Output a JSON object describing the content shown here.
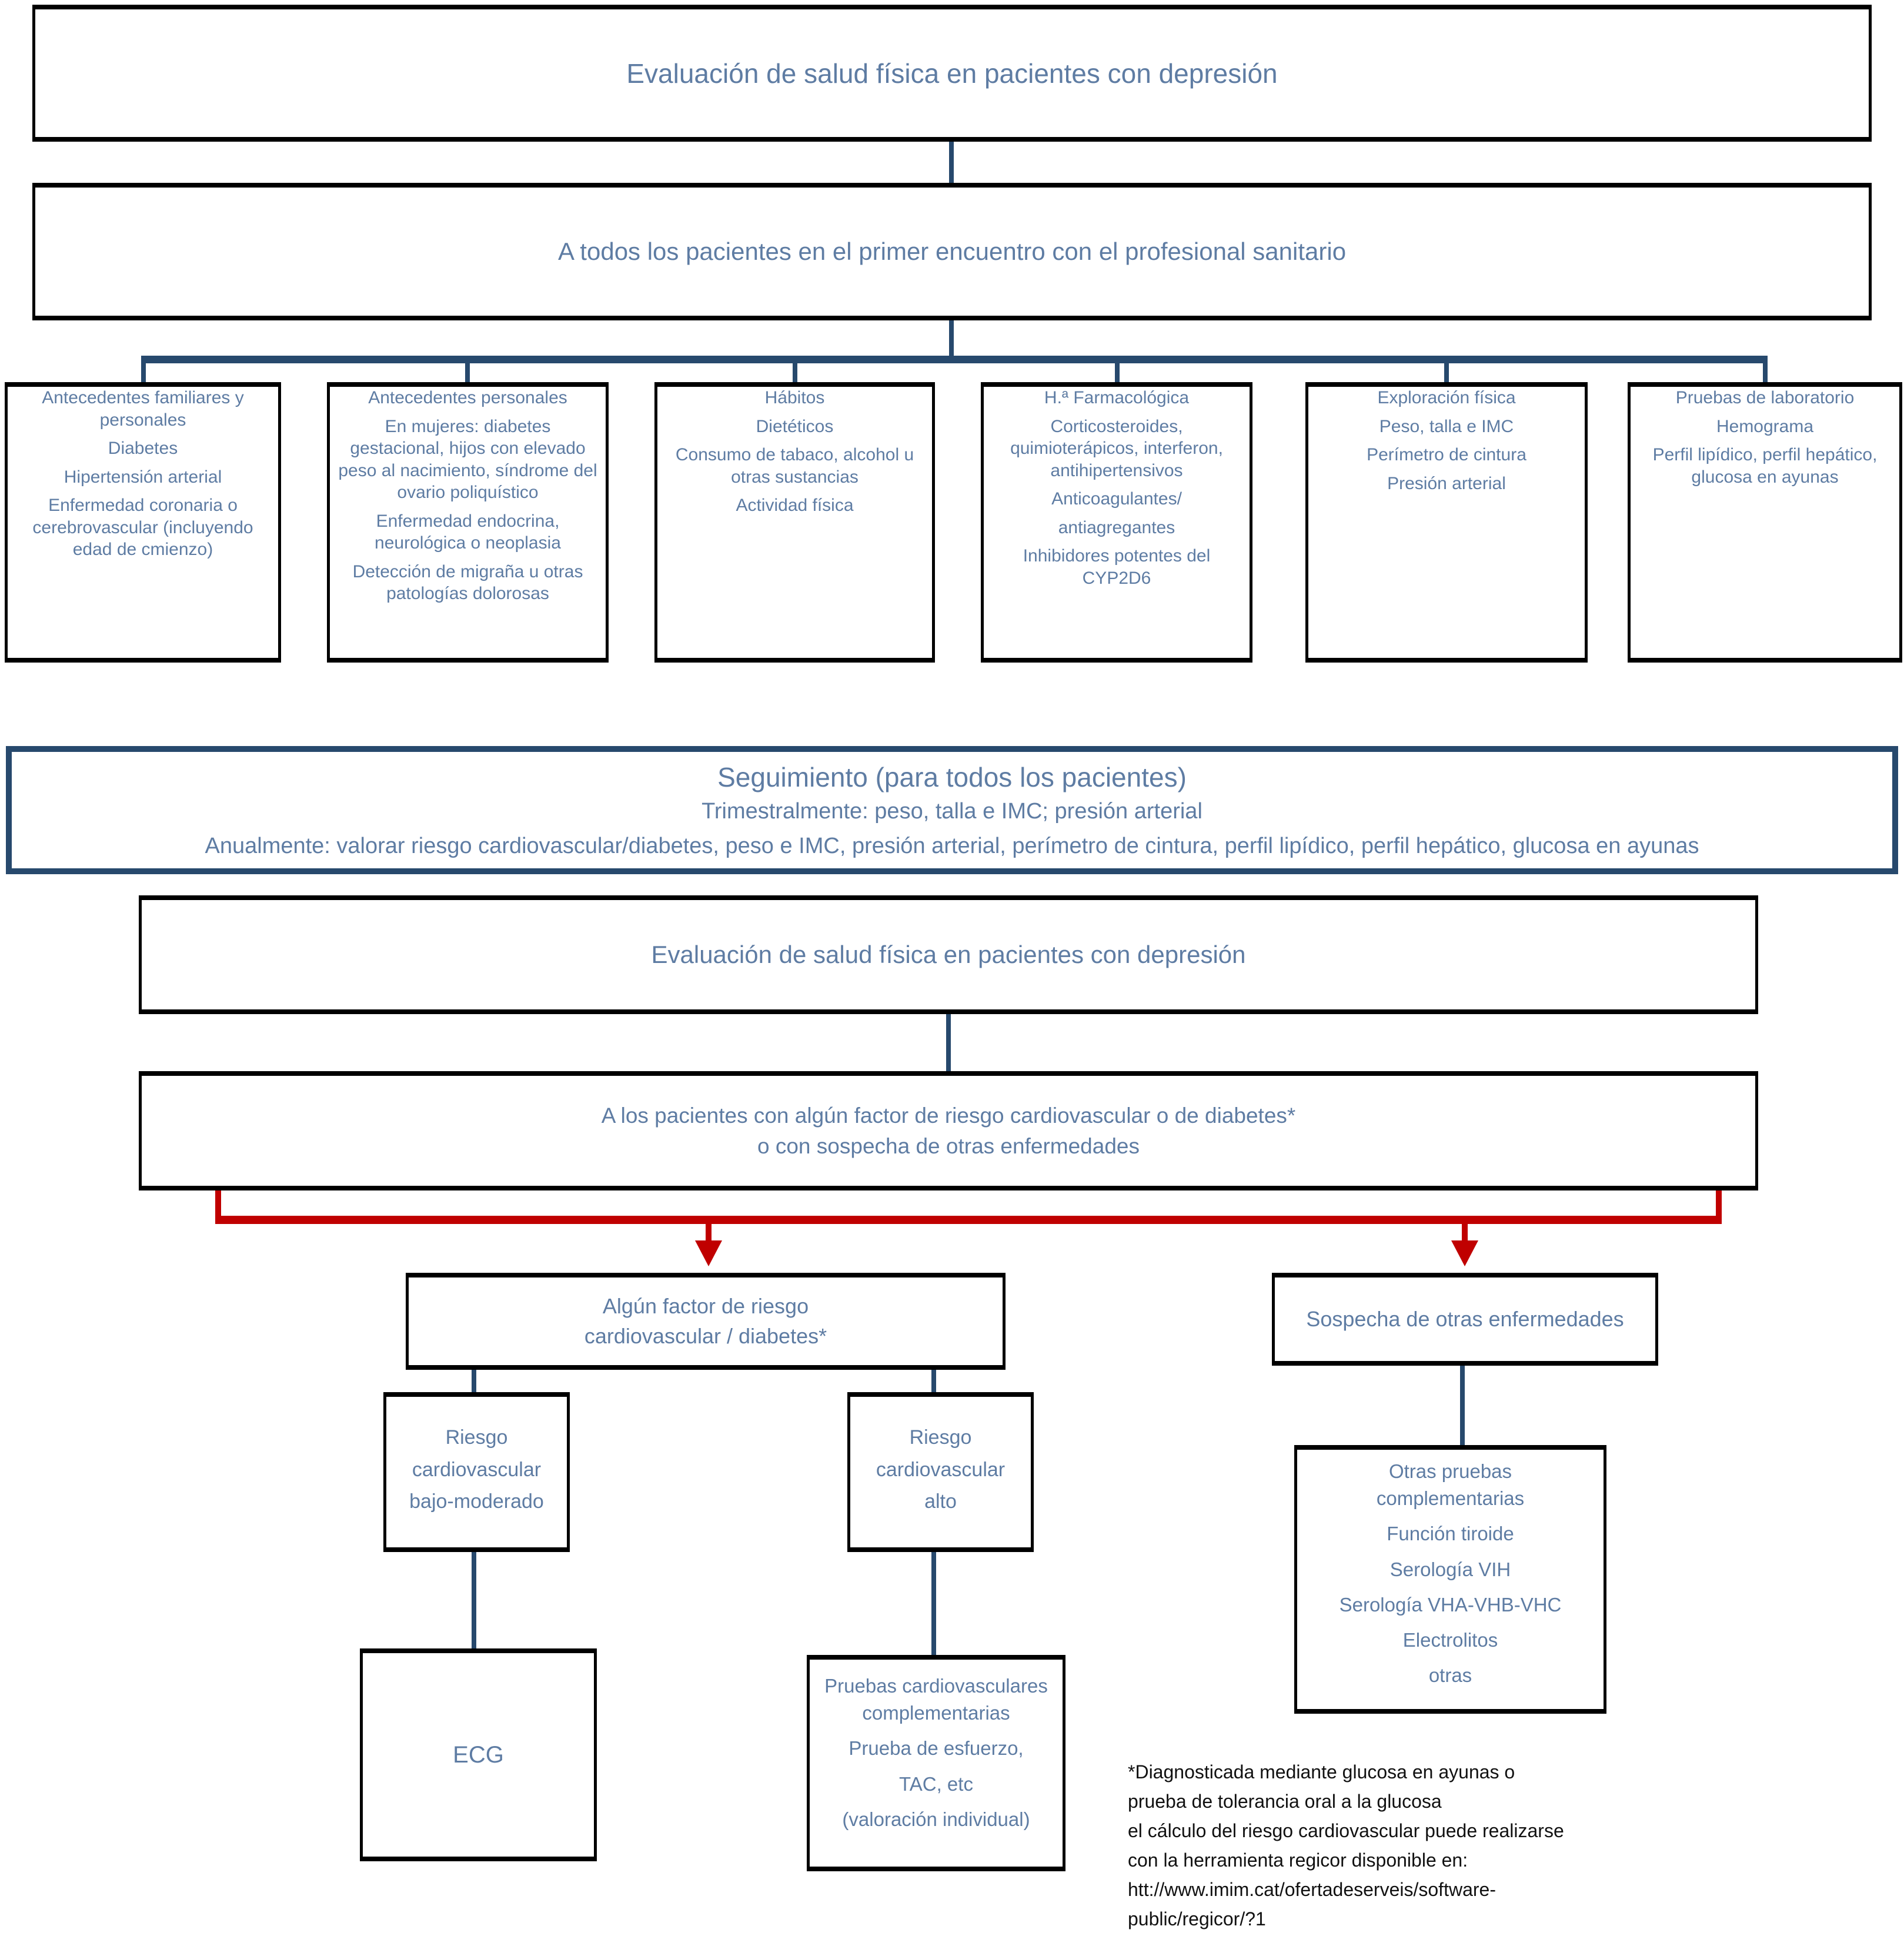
{
  "colors": {
    "text_blue": "#5e7ca3",
    "line_navy": "#27496d",
    "red": "#c00000",
    "border_black": "#000000",
    "footnote_black": "#111111"
  },
  "top": {
    "title": "Evaluación de salud física en pacientes con depresión",
    "intro": "A todos los pacientes en el primer encuentro con el profesional sanitario"
  },
  "assessment_boxes": [
    {
      "title": "Antecedentes familiares y personales",
      "items": [
        "Diabetes",
        "Hipertensión arterial",
        "Enfermedad coronaria o cerebrovascular (incluyendo edad de cmienzo)"
      ]
    },
    {
      "title": "Antecedentes personales",
      "items": [
        "En mujeres: diabetes gestacional, hijos con elevado peso al nacimiento, síndrome del ovario poliquístico",
        "Enfermedad endocrina, neurológica o neoplasia",
        "Detección de migraña u otras patologías dolorosas"
      ]
    },
    {
      "title": "Hábitos",
      "items": [
        "Dietéticos",
        "Consumo de tabaco, alcohol u otras sustancias",
        "Actividad física"
      ]
    },
    {
      "title": "H.ª Farmacológica",
      "items": [
        "Corticosteroides, quimioterápicos, interferon, antihipertensivos",
        "Anticoagulantes/",
        "antiagregantes",
        "Inhibidores potentes del CYP2D6"
      ]
    },
    {
      "title": "Exploración física",
      "items": [
        "Peso, talla e IMC",
        "Perímetro de cintura",
        "Presión arterial"
      ]
    },
    {
      "title": "Pruebas de laboratorio",
      "items": [
        "Hemograma",
        "Perfil lipídico, perfil hepático, glucosa en ayunas"
      ]
    }
  ],
  "seguimiento": {
    "title": "Seguimiento (para todos los pacientes)",
    "line2": "Trimestralmente: peso, talla e IMC; presión arterial",
    "line3": "Anualmente: valorar riesgo cardiovascular/diabetes, peso e IMC, presión arterial, perímetro de cintura, perfil lipídico, perfil hepático, glucosa en ayunas"
  },
  "second": {
    "title": "Evaluación de salud física en pacientes con depresión",
    "target_line1": "A los pacientes con algún factor de riesgo cardiovascular o de diabetes*",
    "target_line2": "o con sospecha de otras enfermedades"
  },
  "branches": {
    "risk": {
      "line1": "Algún factor de riesgo",
      "line2": "cardiovascular / diabetes*"
    },
    "suspicion": {
      "label": "Sospecha de otras enfermedades"
    },
    "risk_low": {
      "lines": [
        "Riesgo",
        "cardiovascular",
        "bajo-moderado"
      ]
    },
    "risk_high": {
      "lines": [
        "Riesgo",
        "cardiovascular",
        "alto"
      ]
    },
    "ecg": {
      "label": "ECG"
    },
    "cardio_tests": {
      "items": [
        "Pruebas cardiovasculares complementarias",
        "Prueba de esfuerzo,",
        "TAC, etc",
        "(valoración individual)"
      ]
    },
    "other_tests": {
      "items": [
        "Otras pruebas complementarias",
        "Función tiroide",
        "Serología VIH",
        "Serología VHA-VHB-VHC",
        "Electrolitos",
        "otras"
      ]
    }
  },
  "footnote": {
    "lines": [
      "*Diagnosticada mediante glucosa en ayunas o",
      "prueba de tolerancia oral a la glucosa",
      "el cálculo del riesgo cardiovascular puede realizarse",
      "con la herramienta regicor disponible en:",
      "htt://www.imim.cat/ofertadeserveis/software-",
      "public/regicor/?1"
    ]
  }
}
